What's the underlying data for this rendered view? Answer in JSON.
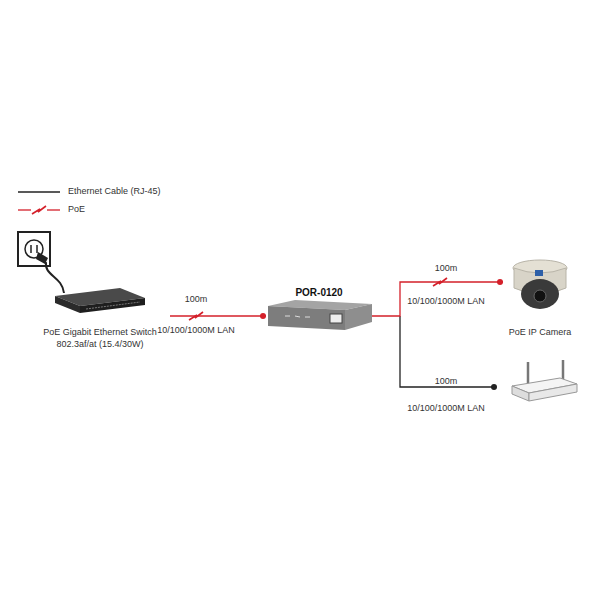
{
  "diagram": {
    "nodes": [
      {
        "text": [
          "PoE Gigabit Ethernet Switch 802.3af/at (15.4/30W)"
        ]
      },
      {
        "text": [
          "POR-0120"
        ]
      },
      {
        "text": [
          "PoE IP Camera"
        ]
      }
    ],
    "edges": [
      {
        "from": 0,
        "to": 1,
        "label": "100m",
        "arrow": "none"
      },
      {
        "from": 1,
        "to": 2,
        "label": "100m",
        "arrow": "none"
      }
    ],
    "labels": [
      "10/100/1000M LAN",
      "10/100/1000M LAN",
      "100m",
      "10/100/1000M LAN"
    ],
    "legend": [
      {
        "text": "Ethernet Cable (RJ-45)"
      },
      {
        "text": "PoE"
      }
    ]
  }
}
